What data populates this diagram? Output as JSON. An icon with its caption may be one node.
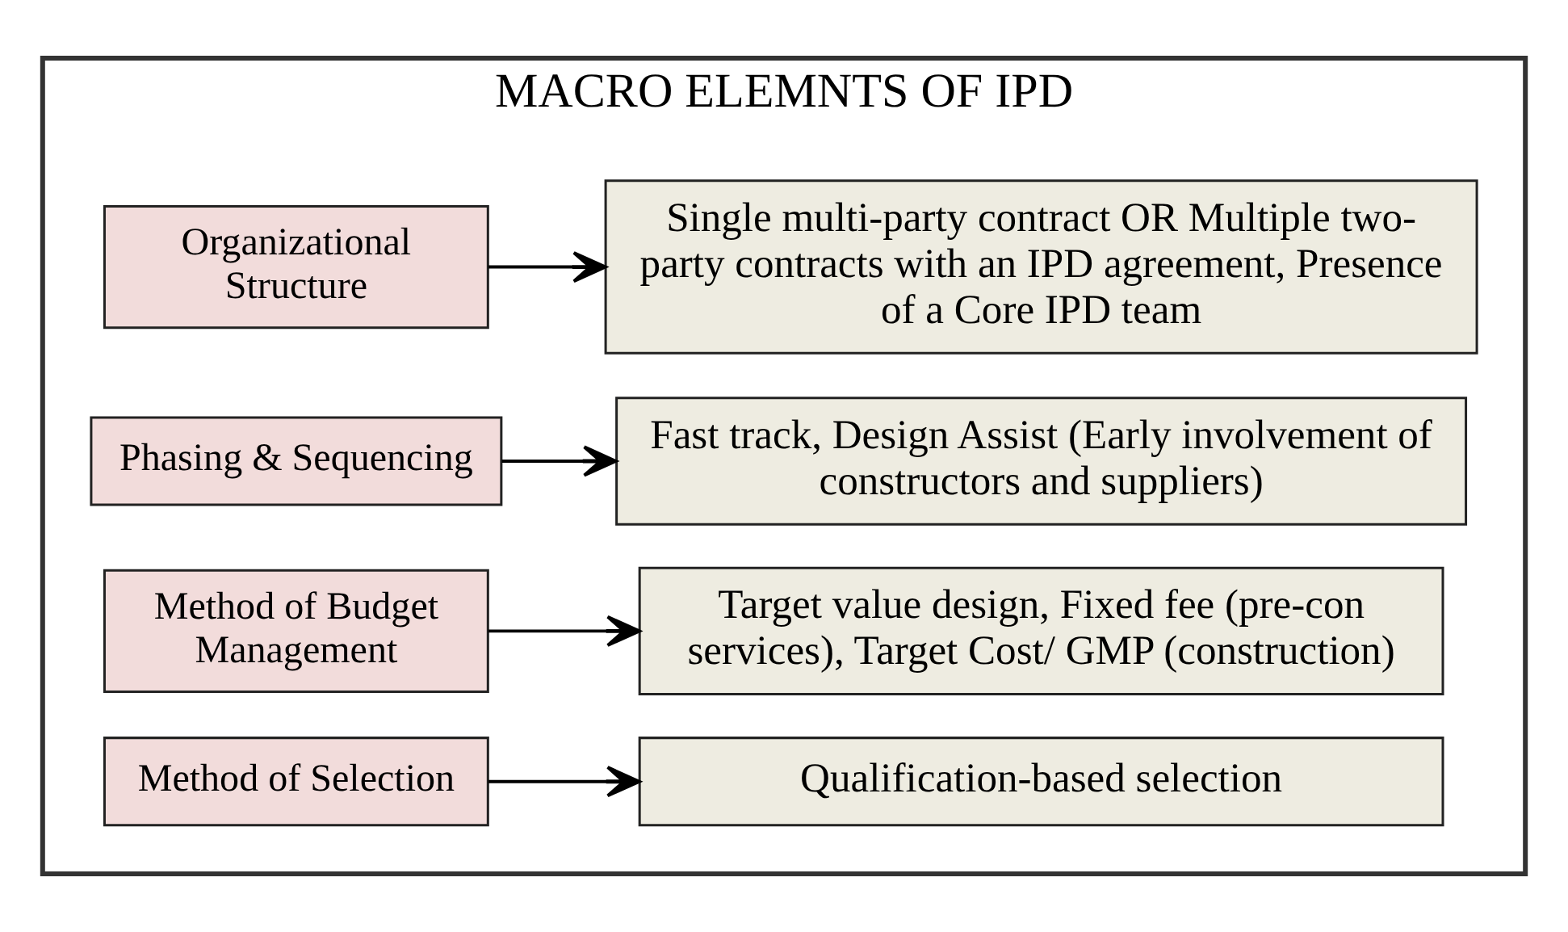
{
  "diagram": {
    "nodes": [
      {
        "text": [
          "MACRO ELEMNTS OF IPD"
        ]
      },
      {
        "text": [
          "Organizational Structure"
        ],
        "in": 0
      },
      {
        "text": [
          "Single multi-party contract OR Multiple two-party contracts with an IPD agreement, Presence of a Core IPD team"
        ],
        "in": 0
      },
      {
        "text": [
          "Phasing & Sequencing"
        ],
        "in": 0
      },
      {
        "text": [
          "Fast track, Design Assist (Early involvement of constructors and suppliers)"
        ],
        "in": 0
      },
      {
        "text": [
          "Method of Budget Management"
        ],
        "in": 0
      },
      {
        "text": [
          "Target value design, Fixed fee (pre-con services), Target Cost/ GMP (construction)"
        ],
        "in": 0
      },
      {
        "text": [
          "Method of Selection"
        ],
        "in": 0
      },
      {
        "text": [
          "Qualification-based selection"
        ],
        "in": 0
      }
    ],
    "edges": [
      {
        "from": 1,
        "to": 2,
        "arrow": "to"
      },
      {
        "from": 3,
        "to": 4,
        "arrow": "to"
      },
      {
        "from": 5,
        "to": 6,
        "arrow": "to"
      },
      {
        "from": 7,
        "to": 8,
        "arrow": "to"
      }
    ]
  }
}
